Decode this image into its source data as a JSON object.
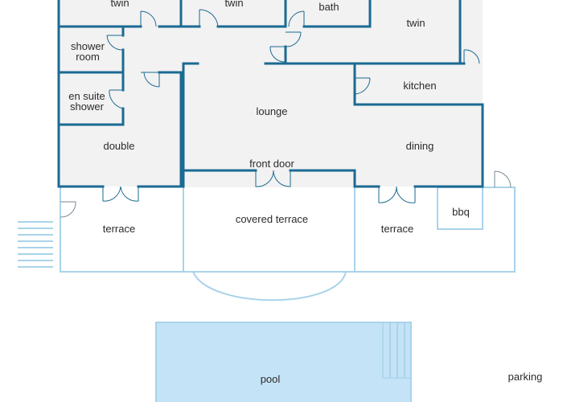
{
  "rooms": {
    "twin_left": "twin",
    "twin_mid": "twin",
    "bath": "bath",
    "bath_partial": "",
    "twin_right": "twin",
    "shower_room_line1": "shower",
    "shower_room_line2": "room",
    "en_suite_line1": "en suite",
    "en_suite_line2": "shower",
    "double": "double",
    "lounge": "lounge",
    "kitchen": "kitchen",
    "dining": "dining",
    "front_door": "front door",
    "covered_terrace": "covered terrace",
    "terrace_left": "terrace",
    "terrace_right": "terrace",
    "bbq": "bbq",
    "pool": "pool",
    "parking": "parking"
  },
  "colors": {
    "wall": "#1b6a93",
    "outdoor_line": "#a9d3ea",
    "room_fill": "#f2f2f2",
    "pool_fill": "#c5e3f6"
  }
}
